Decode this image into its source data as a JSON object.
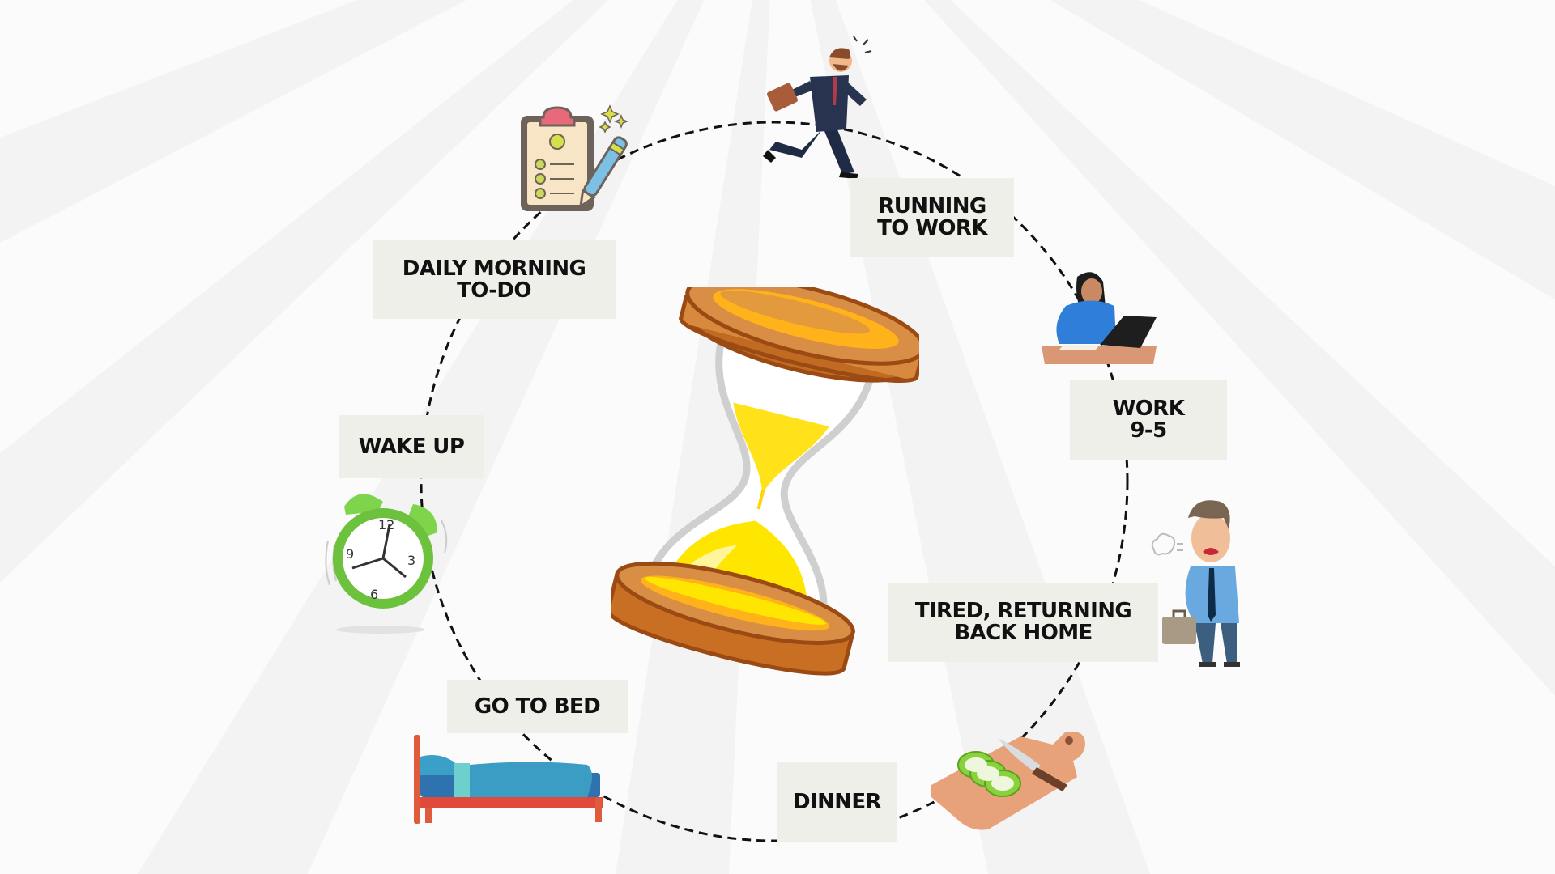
{
  "diagram": {
    "type": "cycle",
    "center_icon": "hourglass-icon",
    "connector_style": "dashed-ellipse",
    "colors": {
      "background": "#fbfbfb",
      "label_box": "#efefea",
      "label_text": "#111111",
      "connector": "#111111",
      "hourglass_wood": "#c8762f",
      "hourglass_sand": "#ffe100"
    }
  },
  "stages": [
    {
      "id": "daily-morning-todo",
      "label": "DAILY MORNING\nTO-DO",
      "icon": "clipboard-checklist-icon"
    },
    {
      "id": "running-to-work",
      "label": "RUNNING\nTO WORK",
      "icon": "running-businessman-icon"
    },
    {
      "id": "work",
      "label": "WORK\n9-5",
      "icon": "woman-at-laptop-icon"
    },
    {
      "id": "tired-returning",
      "label": "TIRED, RETURNING\nBACK HOME",
      "icon": "tired-man-briefcase-icon"
    },
    {
      "id": "dinner",
      "label": "DINNER",
      "icon": "cutting-board-cucumber-icon"
    },
    {
      "id": "go-to-bed",
      "label": "GO TO BED",
      "icon": "bed-icon"
    },
    {
      "id": "wake-up",
      "label": "WAKE UP",
      "icon": "alarm-clock-icon"
    }
  ],
  "alarm_clock": {
    "numerals": [
      "12",
      "3",
      "6",
      "9"
    ]
  }
}
